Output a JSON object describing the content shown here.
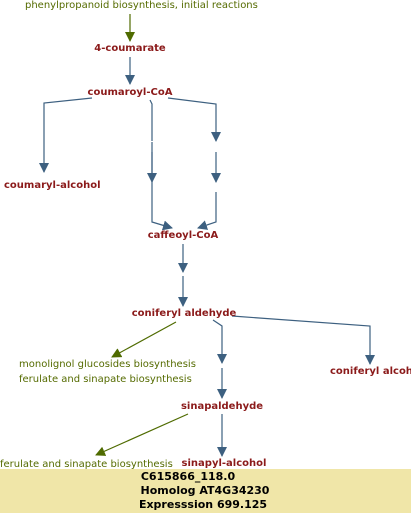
{
  "colors": {
    "background": "#ffffff",
    "compound_text": "#8b1a1a",
    "pathway_text": "#556b00",
    "reaction_arrow": "#3d6080",
    "pathway_arrow": "#4f6b00",
    "info_background": "#f0e6a8"
  },
  "pathways": {
    "initial_reactions": "phenylpropanoid biosynthesis, initial reactions",
    "monolignol_glucosides": "monolignol glucosides biosynthesis",
    "ferulate_sinapate_1": "ferulate and sinapate biosynthesis",
    "ferulate_sinapate_2": "ferulate and sinapate biosynthesis"
  },
  "compounds": {
    "coumarate": "4-coumarate",
    "coumaroyl_coa": "coumaroyl-CoA",
    "coumaryl_alcohol": "coumaryl-alcohol",
    "caffeoyl_coa": "caffeoyl-CoA",
    "coniferyl_aldehyde": "coniferyl aldehyde",
    "coniferyl_alcohol": "coniferyl alcohol",
    "sinapaldehyde": "sinapaldehyde",
    "sinapyl_alcohol": "sinapyl-alcohol"
  },
  "info": {
    "gene_id": "C615866_118.0",
    "homolog": "Homolog AT4G34230",
    "expression": "Expresssion 699.125"
  }
}
